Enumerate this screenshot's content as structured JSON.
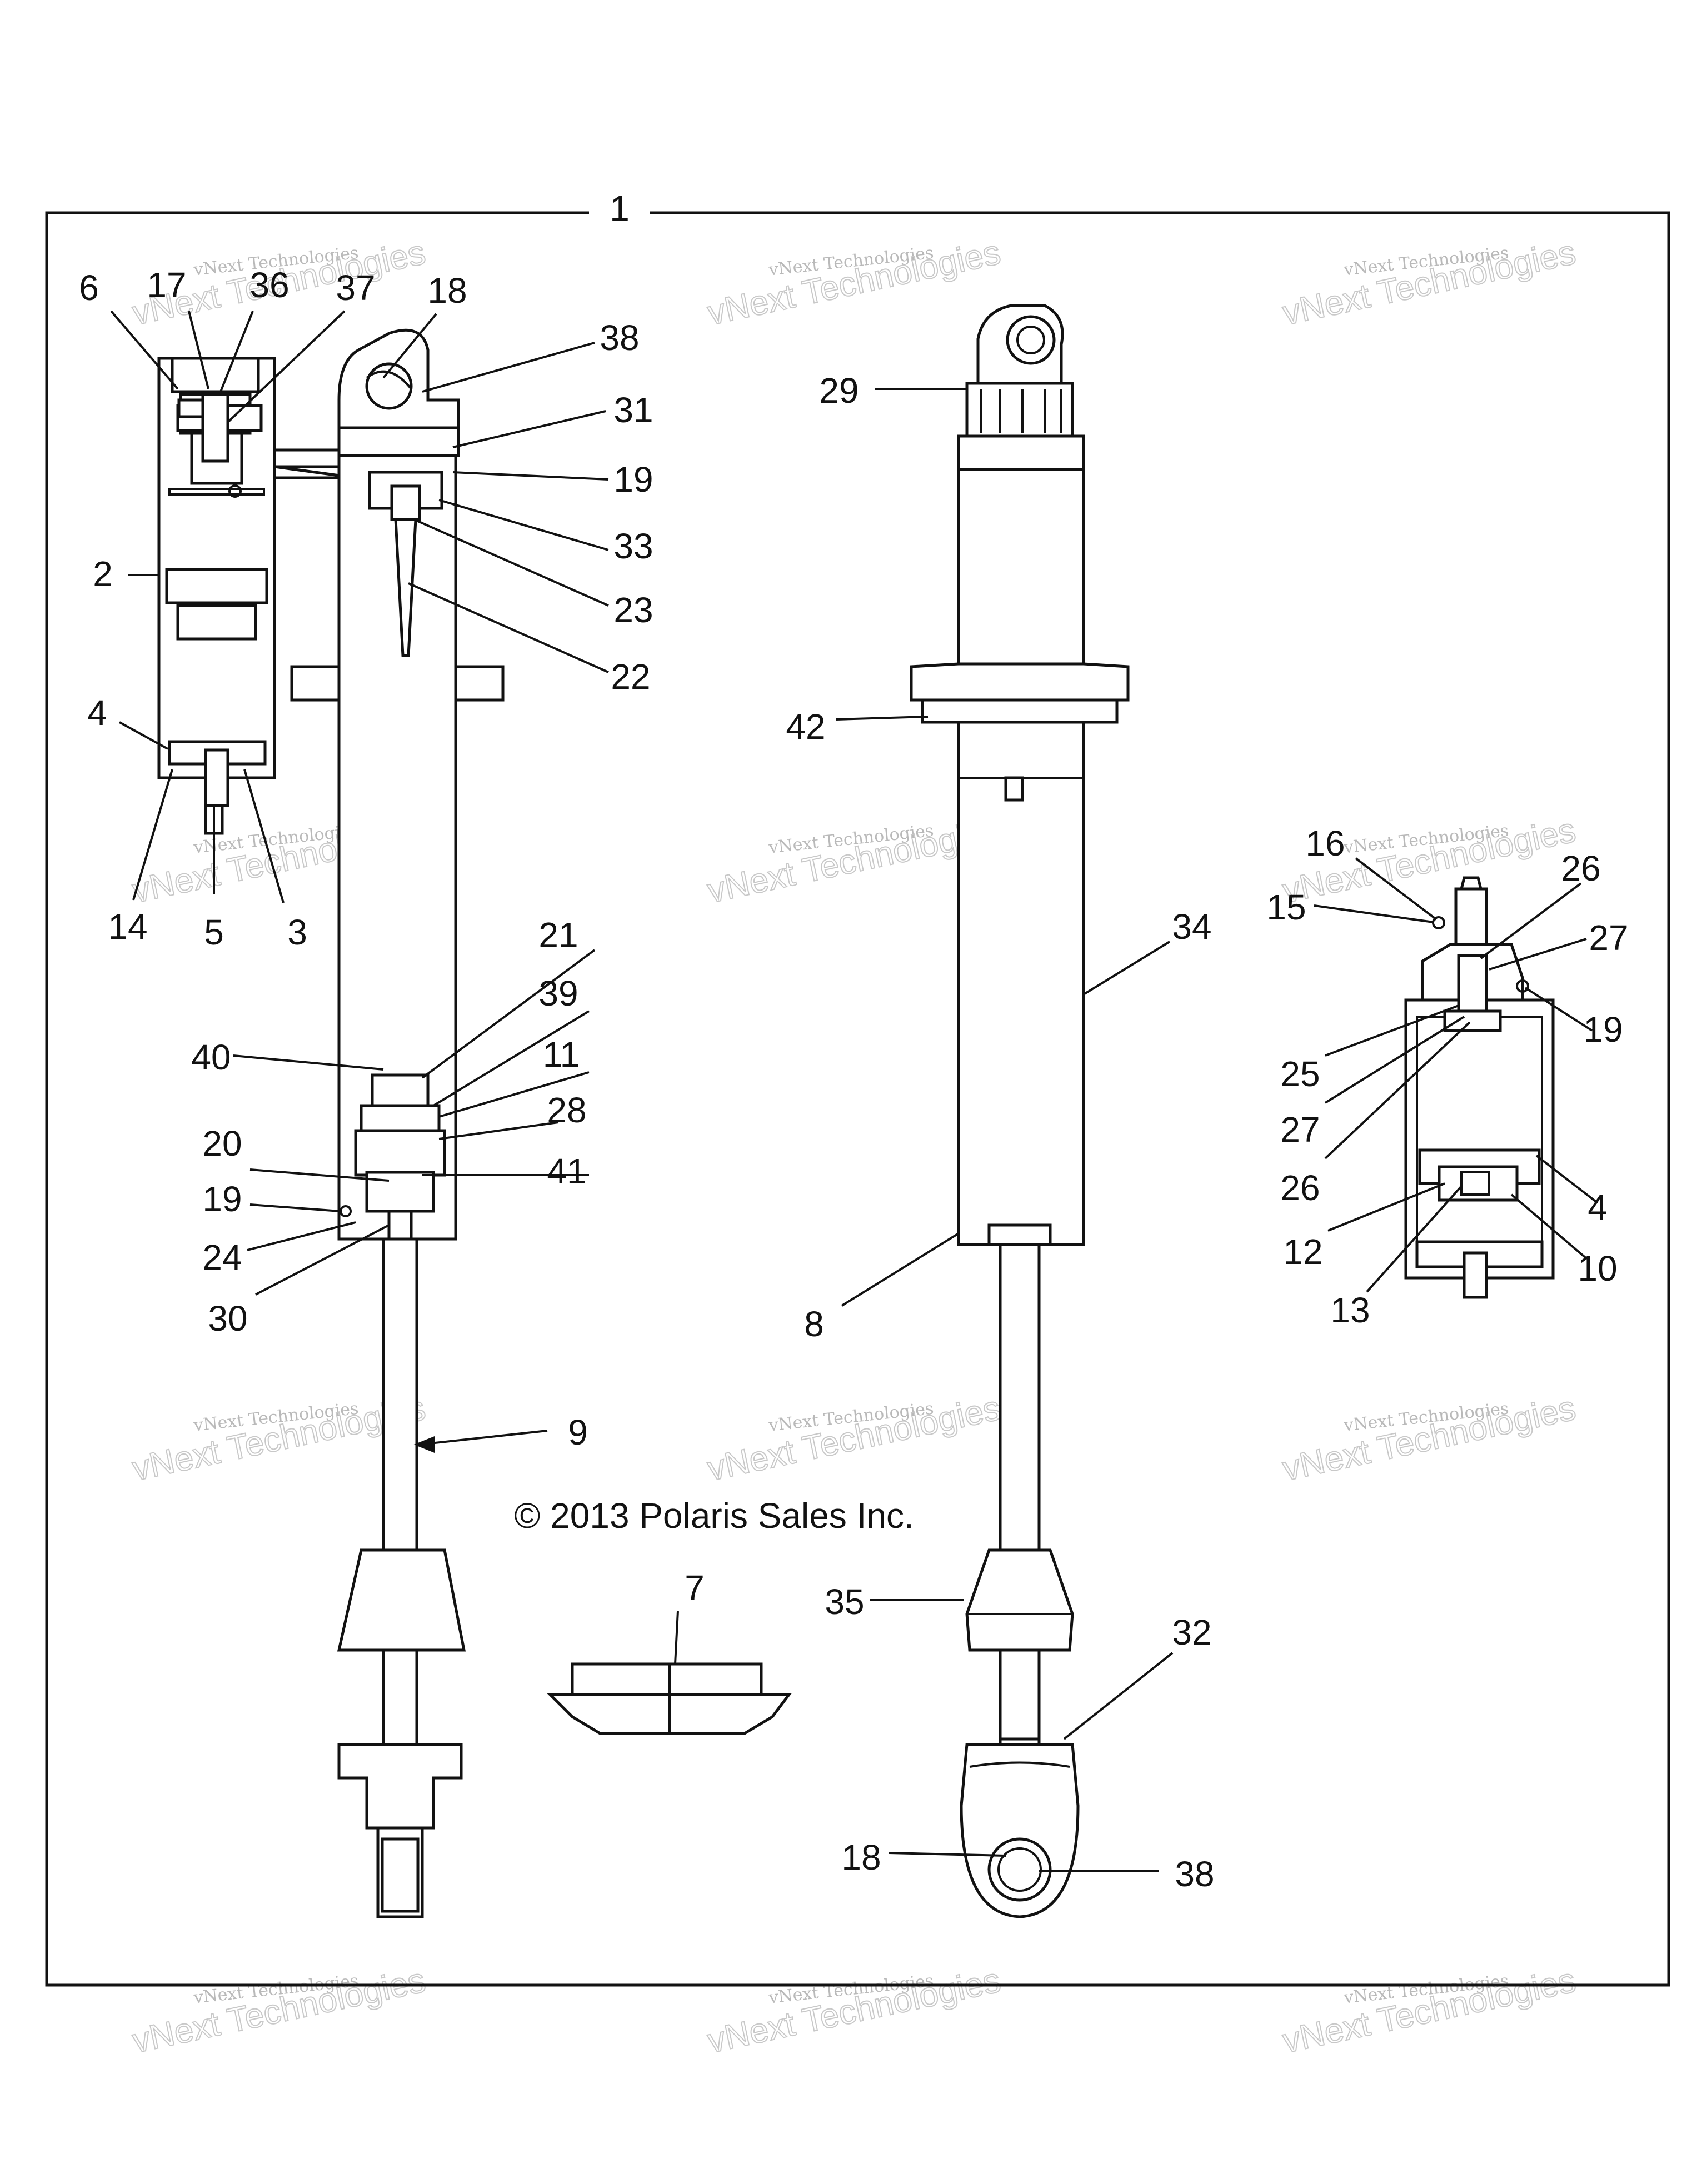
{
  "copyright": "© 2013 Polaris Sales Inc.",
  "watermark": {
    "line1": "vNext Technologies",
    "line2": "vNext Technologies"
  },
  "callouts": [
    {
      "id": "1",
      "text": "1"
    },
    {
      "id": "6",
      "text": "6"
    },
    {
      "id": "17",
      "text": "17"
    },
    {
      "id": "36",
      "text": "36"
    },
    {
      "id": "37",
      "text": "37"
    },
    {
      "id": "18a",
      "text": "18"
    },
    {
      "id": "38a",
      "text": "38"
    },
    {
      "id": "31",
      "text": "31"
    },
    {
      "id": "19a",
      "text": "19"
    },
    {
      "id": "33",
      "text": "33"
    },
    {
      "id": "23",
      "text": "23"
    },
    {
      "id": "22",
      "text": "22"
    },
    {
      "id": "2",
      "text": "2"
    },
    {
      "id": "4a",
      "text": "4"
    },
    {
      "id": "14",
      "text": "14"
    },
    {
      "id": "5",
      "text": "5"
    },
    {
      "id": "3",
      "text": "3"
    },
    {
      "id": "21",
      "text": "21"
    },
    {
      "id": "39",
      "text": "39"
    },
    {
      "id": "40",
      "text": "40"
    },
    {
      "id": "11",
      "text": "11"
    },
    {
      "id": "28",
      "text": "28"
    },
    {
      "id": "20",
      "text": "20"
    },
    {
      "id": "41",
      "text": "41"
    },
    {
      "id": "19b",
      "text": "19"
    },
    {
      "id": "24",
      "text": "24"
    },
    {
      "id": "30",
      "text": "30"
    },
    {
      "id": "9",
      "text": "9"
    },
    {
      "id": "7",
      "text": "7"
    },
    {
      "id": "29",
      "text": "29"
    },
    {
      "id": "42",
      "text": "42"
    },
    {
      "id": "34",
      "text": "34"
    },
    {
      "id": "8",
      "text": "8"
    },
    {
      "id": "35",
      "text": "35"
    },
    {
      "id": "32",
      "text": "32"
    },
    {
      "id": "18b",
      "text": "18"
    },
    {
      "id": "38b",
      "text": "38"
    },
    {
      "id": "16",
      "text": "16"
    },
    {
      "id": "15",
      "text": "15"
    },
    {
      "id": "26a",
      "text": "26"
    },
    {
      "id": "27a",
      "text": "27"
    },
    {
      "id": "19c",
      "text": "19"
    },
    {
      "id": "25",
      "text": "25"
    },
    {
      "id": "27b",
      "text": "27"
    },
    {
      "id": "26b",
      "text": "26"
    },
    {
      "id": "4b",
      "text": "4"
    },
    {
      "id": "12",
      "text": "12"
    },
    {
      "id": "10",
      "text": "10"
    },
    {
      "id": "13",
      "text": "13"
    }
  ]
}
